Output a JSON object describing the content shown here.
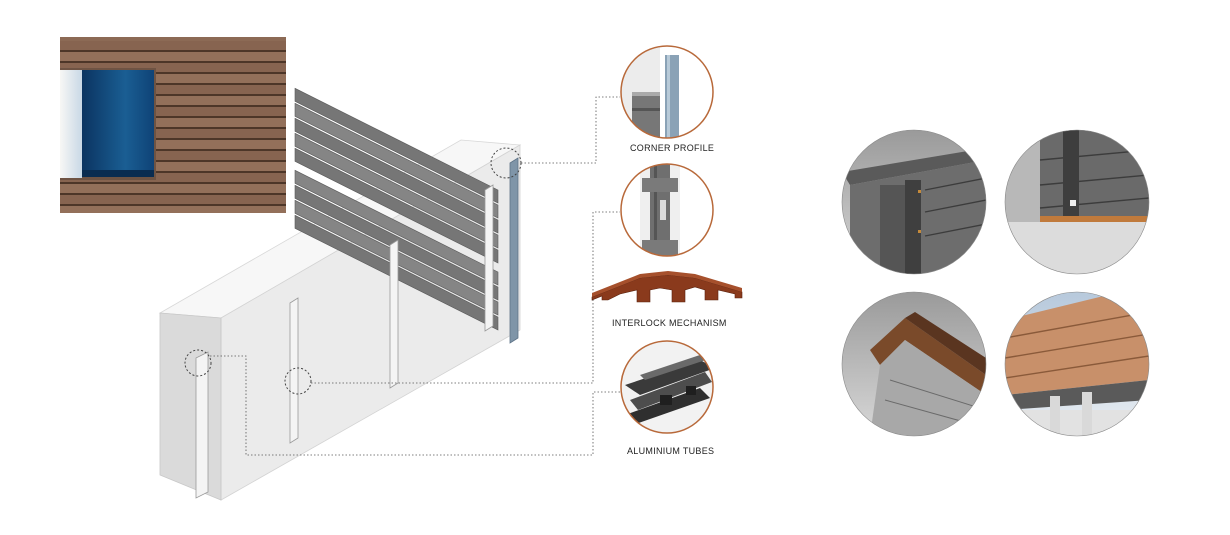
{
  "callouts": {
    "corner_profile": "CORNER PROFILE",
    "interlock_mechanism": "INTERLOCK MECHANISM",
    "aluminium_tubes": "ALUMINIUM TUBES"
  },
  "colors": {
    "wood": "#8a6550",
    "wood_dark": "#5f4332",
    "cladding_grey": "#7c7c7c",
    "frame_white": "#f1f1f1",
    "wall": "#e6e6e6",
    "ring": "#b8693a",
    "window_blue": "#0d3d6a",
    "profile_brown": "#8a3a1c"
  },
  "icons": {
    "cladding_swatch": "wood-cladding-swatch",
    "assembly": "isometric-wall-assembly",
    "detail_views": "cladding-corner-detail-views"
  }
}
